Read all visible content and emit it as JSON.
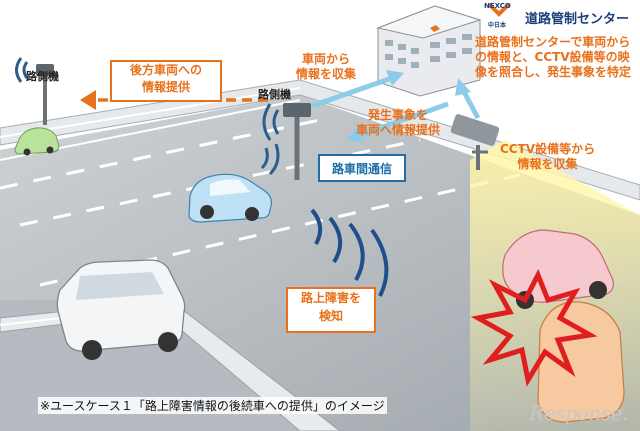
{
  "labels": {
    "roadside_unit_left": "路側機",
    "roadside_unit_center": "路側機",
    "rear_info": [
      "後方車両への",
      "情報提供"
    ],
    "collect_vehicle": [
      "車両から",
      "情報を収集"
    ],
    "provide_event": [
      "発生事象を",
      "車両へ情報提供"
    ],
    "cctv_collect": [
      "CCTV設備等から",
      "情報を収集"
    ],
    "center_name": "道路管制センター",
    "center_desc": [
      "道路管制センターで車両から",
      "の情報と、CCTV設備等の映",
      "像を照合し、発生事象を特定"
    ],
    "v2x": "路車間通信",
    "obstacle": [
      "路上障害を",
      "検知"
    ],
    "nexco_logo": "NEXCO",
    "nexco_sub": "中日本"
  },
  "caption": "※ユースケース１「路上障害情報の後続車への提供」のイメージ",
  "watermark": "Response.",
  "colors": {
    "orange": "#e8711c",
    "cyan": "#1ba3d8",
    "navy": "#1b6ea8",
    "road": "#c9cdd1",
    "rail": "#e8ebed"
  }
}
